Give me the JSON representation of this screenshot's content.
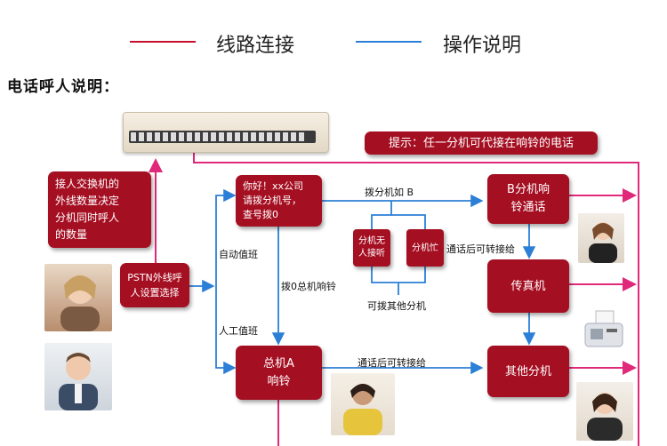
{
  "legend": {
    "line_connection": "线路连接",
    "operation_note": "操作说明",
    "red": "#c8102e",
    "blue": "#2b7fd6"
  },
  "section_title": "电话呼人说明：",
  "hint": "提示：任一分机可代接在响铃的电话",
  "note_box": [
    "接人交换机的",
    "外线数量决定",
    "分机同时呼人",
    "的数量"
  ],
  "pstn_box": [
    "PSTN外线呼",
    "人设置选择"
  ],
  "greeting_box": [
    "你好！xx公司",
    "请拨分机号，",
    "查号拨0"
  ],
  "ext_b_box": [
    "B分机响",
    "铃通话"
  ],
  "no_answer_box": [
    "分机无",
    "人接听"
  ],
  "busy_box": "分机忙",
  "fax_box": "传真机",
  "operator_box": [
    "总机A",
    "响铃"
  ],
  "other_ext_box": "其他分机",
  "labels": {
    "dial_b": "拨分机如 B",
    "transfer_1": "通话后可转接给",
    "transfer_2": "通话后可转接给",
    "can_dial_other": "可拨其他分机",
    "auto_attendant": "自动值班",
    "manual_attendant": "人工值班",
    "dial_zero": "拨0总机响铃"
  },
  "colors": {
    "box_red": "#a50f22",
    "line_pink": "#e0297a",
    "line_blue": "#2b7fd6"
  }
}
